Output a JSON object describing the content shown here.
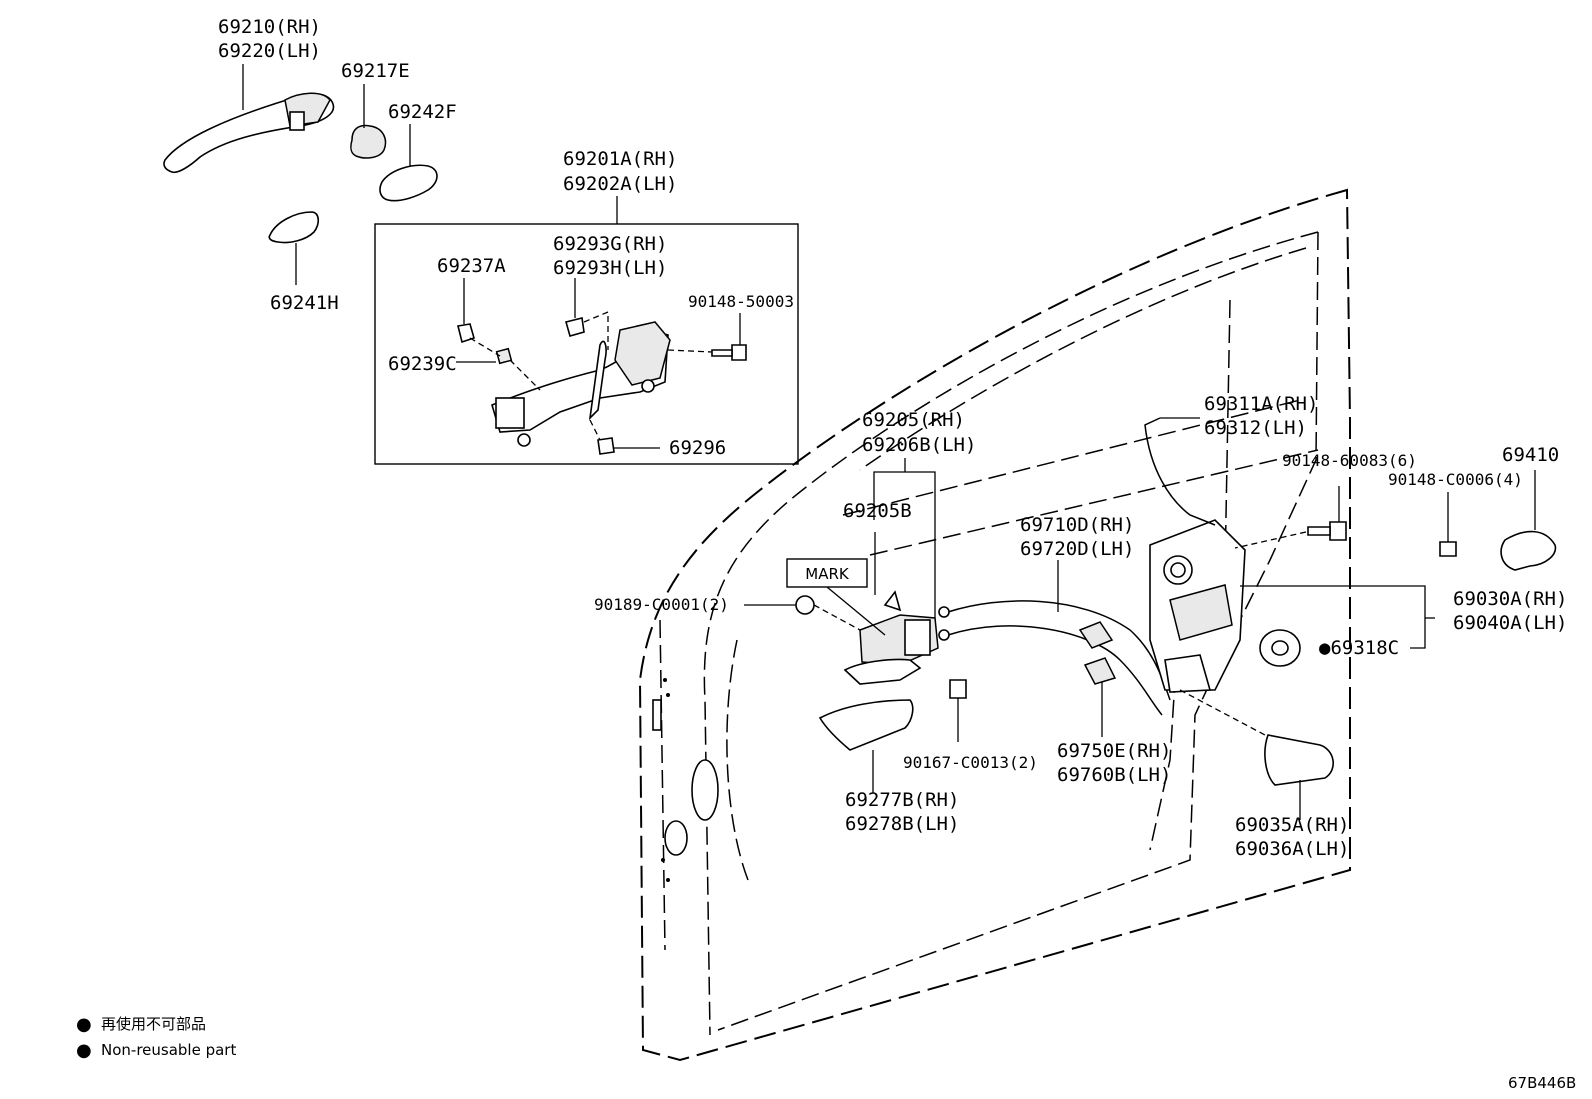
{
  "diagram_code": "67B446B",
  "legend": [
    {
      "symbol": "●",
      "text": "再使用不可部品"
    },
    {
      "symbol": "●",
      "text": "Non-reusable part"
    }
  ],
  "mark_label": "MARK",
  "parts": {
    "p69210": [
      "69210(RH)",
      "69220(LH)"
    ],
    "p69217E": "69217E",
    "p69242F": "69242F",
    "p69241H": "69241H",
    "p69201A": [
      "69201A(RH)",
      "69202A(LH)"
    ],
    "p69293G": [
      "69293G(RH)",
      "69293H(LH)"
    ],
    "p69237A": "69237A",
    "p90148_50003": "90148-50003",
    "p69239C": "69239C",
    "p69296": "69296",
    "p69205": [
      "69205(RH)",
      "69206B(LH)"
    ],
    "p69205B": "69205B",
    "p90189": "90189-C0001(2)",
    "p69710D": [
      "69710D(RH)",
      "69720D(LH)"
    ],
    "p69311A": [
      "69311A(RH)",
      "69312(LH)"
    ],
    "p90148_60083": "90148-60083(6)",
    "p69410": "69410",
    "p90148_C0006": "90148-C0006(4)",
    "p69030A": [
      "69030A(RH)",
      "69040A(LH)"
    ],
    "p69318C": "●69318C",
    "p90167": "90167-C0013(2)",
    "p69750E": [
      "69750E(RH)",
      "69760B(LH)"
    ],
    "p69277B": [
      "69277B(RH)",
      "69278B(LH)"
    ],
    "p69035A": [
      "69035A(RH)",
      "69036A(LH)"
    ]
  }
}
